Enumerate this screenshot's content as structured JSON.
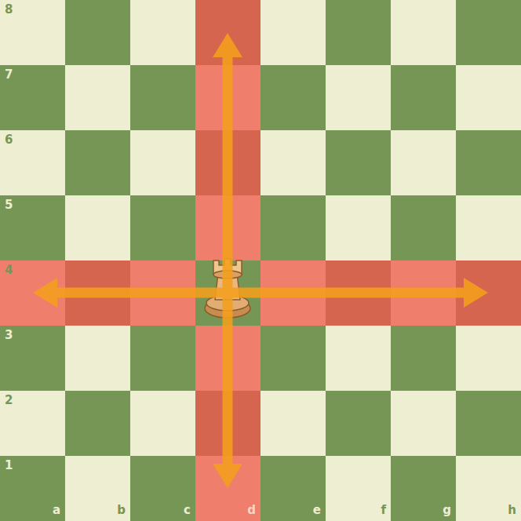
{
  "diagram": {
    "labels": [
      "8",
      "7",
      "6",
      "5",
      "4",
      "3",
      "2",
      "1",
      "a",
      "b",
      "c",
      "d",
      "e",
      "f",
      "g",
      "h"
    ]
  }
}
